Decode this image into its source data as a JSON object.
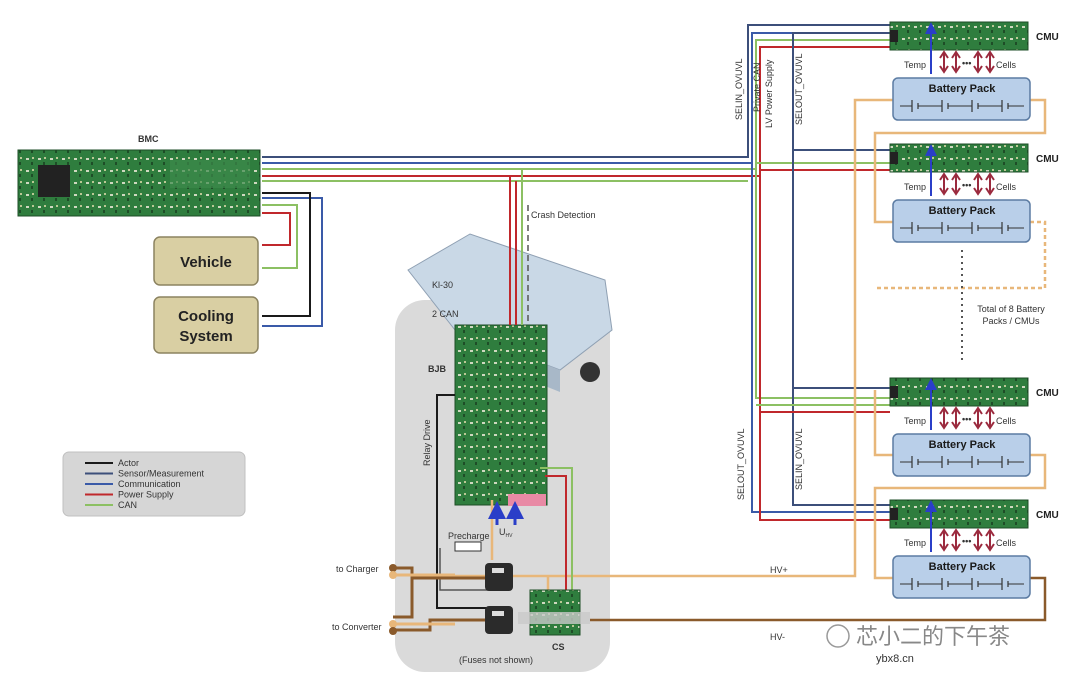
{
  "colors": {
    "actor": "#1a1a1a",
    "sensor": "#3c4f7a",
    "communication": "#3a5aa8",
    "power": "#c0282c",
    "can": "#8cc063",
    "hv_plus": "#e8b77a",
    "hv_minus": "#8a5a2b",
    "pcb": "#2f7d3e",
    "pack_fill": "#b9cfe9",
    "box_fill": "#d9cfa3"
  },
  "bmc": {
    "label": "BMC"
  },
  "vehicle": {
    "label": "Vehicle"
  },
  "cooling": {
    "label_line1": "Cooling",
    "label_line2": "System"
  },
  "bjb": {
    "label": "BJB",
    "relay_drive": "Relay Drive",
    "kl30": "Kl-30",
    "can2": "2 CAN",
    "crash": "Crash Detection",
    "precharge": "Precharge",
    "uhv": "U",
    "uhv_sub": "HV",
    "fuses": "(Fuses not shown)",
    "cs": "CS"
  },
  "connections": {
    "to_charger": "to Charger",
    "to_converter": "to Converter",
    "hv_plus": "HV+",
    "hv_minus": "HV-"
  },
  "bus_labels": {
    "selin_top": "SELIN_OVUVL",
    "private_can": "Private CAN",
    "lv_power": "LV Power Supply",
    "selout_top": "SELOUT_OVUVL",
    "selout_bottom": "SELOUT_OVUVL",
    "selin_bottom": "SELIN_OVUVL"
  },
  "cmus": [
    {
      "cmu": "CMU",
      "temp": "Temp",
      "cells": "Cells",
      "pack": "Battery Pack"
    },
    {
      "cmu": "CMU",
      "temp": "Temp",
      "cells": "Cells",
      "pack": "Battery Pack"
    },
    {
      "cmu": "CMU",
      "temp": "Temp",
      "cells": "Cells",
      "pack": "Battery Pack"
    },
    {
      "cmu": "CMU",
      "temp": "Temp",
      "cells": "Cells",
      "pack": "Battery Pack"
    }
  ],
  "total_note": {
    "line1": "Total of 8 Battery",
    "line2": "Packs / CMUs"
  },
  "legend": {
    "items": [
      {
        "label": "Actor",
        "color": "#1a1a1a"
      },
      {
        "label": "Sensor/Measurement",
        "color": "#3c4f7a"
      },
      {
        "label": "Communication",
        "color": "#3a5aa8"
      },
      {
        "label": "Power Supply",
        "color": "#c0282c"
      },
      {
        "label": "CAN",
        "color": "#8cc063"
      }
    ]
  },
  "watermark": {
    "text": "芯小二的下午茶",
    "site": "ybx8.cn"
  }
}
